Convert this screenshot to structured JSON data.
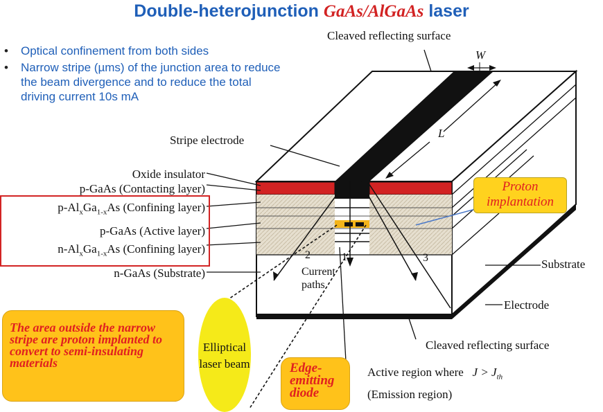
{
  "title": {
    "prefix": "Double-heterojunction ",
    "material": "GaAs/AlGaAs",
    "suffix": " laser"
  },
  "bullets": [
    "Optical confinement from both sides",
    "Narrow stripe (µms) of the junction area to reduce the beam divergence and to reduce the total driving current 10s mA"
  ],
  "labels": {
    "cleaved_top": "Cleaved reflecting surface",
    "width": "W",
    "length": "L",
    "stripe_electrode": "Stripe electrode",
    "oxide": "Oxide insulator",
    "contact_layer": "p-GaAs (Contacting layer)",
    "confining_p": {
      "p1": "p-Al",
      "s1": "x",
      "p2": "Ga",
      "s2": "1-x",
      "p3": "As (Confining layer)"
    },
    "active_layer": "p-GaAs (Active layer)",
    "confining_n": {
      "p1": "n-Al",
      "s1": "x",
      "p2": "Ga",
      "s2": "1-x",
      "p3": "As (Confining layer)"
    },
    "substrate_left": "n-GaAs (Substrate)",
    "substrate_right": "Substrate",
    "electrode": "Electrode",
    "cleaved_bottom": "Cleaved reflecting surface",
    "active_region": "Active region where",
    "active_cond": "J > J",
    "active_cond_sub": "th",
    "emission": "(Emission region)",
    "current_paths": "Current paths",
    "path1": "1",
    "path2": "2",
    "path3": "3",
    "elliptical": "Elliptical laser beam"
  },
  "callouts": {
    "proton": "Proton implantation",
    "outside": "The area outside the narrow stripe are proton implanted to convert to semi-insulating materials",
    "edge": "Edge-emitting diode"
  },
  "colors": {
    "title": "#1f5fb8",
    "accent": "#d22323",
    "callout": "#ffc21a",
    "beam": "#f5ea19",
    "hatch": "#e3dccb"
  }
}
